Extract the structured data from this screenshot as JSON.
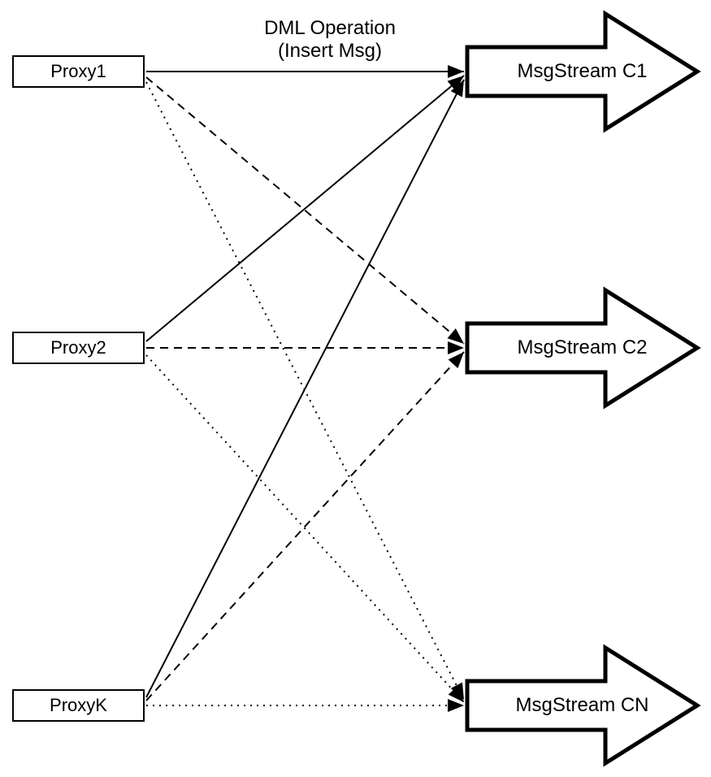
{
  "diagram": {
    "title": {
      "line1": "DML Operation",
      "line2": "(Insert Msg)"
    },
    "proxies": [
      {
        "id": "proxy1",
        "label": "Proxy1"
      },
      {
        "id": "proxy2",
        "label": "Proxy2"
      },
      {
        "id": "proxyk",
        "label": "ProxyK"
      }
    ],
    "streams": [
      {
        "id": "c1",
        "label": "MsgStream C1"
      },
      {
        "id": "c2",
        "label": "MsgStream C2"
      },
      {
        "id": "cn",
        "label": "MsgStream CN"
      }
    ],
    "edges": [
      {
        "from": "Proxy1",
        "to": "MsgStream C1",
        "style": "solid"
      },
      {
        "from": "Proxy2",
        "to": "MsgStream C1",
        "style": "solid"
      },
      {
        "from": "ProxyK",
        "to": "MsgStream C1",
        "style": "solid"
      },
      {
        "from": "Proxy1",
        "to": "MsgStream C2",
        "style": "dashed"
      },
      {
        "from": "Proxy2",
        "to": "MsgStream C2",
        "style": "dashed"
      },
      {
        "from": "ProxyK",
        "to": "MsgStream C2",
        "style": "dashed"
      },
      {
        "from": "Proxy1",
        "to": "MsgStream CN",
        "style": "dotted"
      },
      {
        "from": "Proxy2",
        "to": "MsgStream CN",
        "style": "dotted"
      },
      {
        "from": "ProxyK",
        "to": "MsgStream CN",
        "style": "dotted"
      }
    ],
    "colors": {
      "line": "#000000",
      "fill": "#ffffff"
    }
  }
}
